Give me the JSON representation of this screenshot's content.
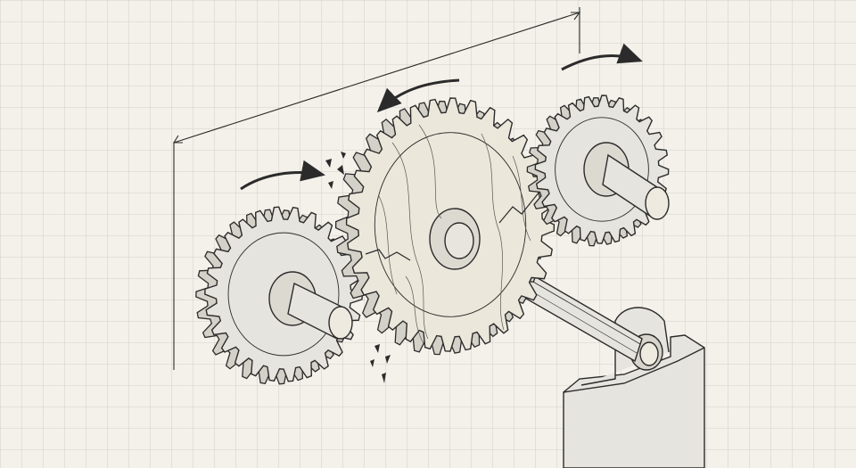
{
  "diagram": {
    "paper_color": "#f3f1ea",
    "grid_color": "#c9c8c1",
    "ink_color": "#2b2b2b",
    "wood_fill": "#ece7db",
    "steel_fill": "#e6e4de",
    "components": [
      {
        "name": "left-gear",
        "material": "steel",
        "rotation": "clockwise"
      },
      {
        "name": "center-gear",
        "material": "wood",
        "rotation": "counter-clockwise",
        "condition": "cracked"
      },
      {
        "name": "right-gear",
        "material": "steel",
        "rotation": "clockwise"
      },
      {
        "name": "main-shaft",
        "material": "steel"
      },
      {
        "name": "bearing-block",
        "material": "steel"
      }
    ]
  }
}
